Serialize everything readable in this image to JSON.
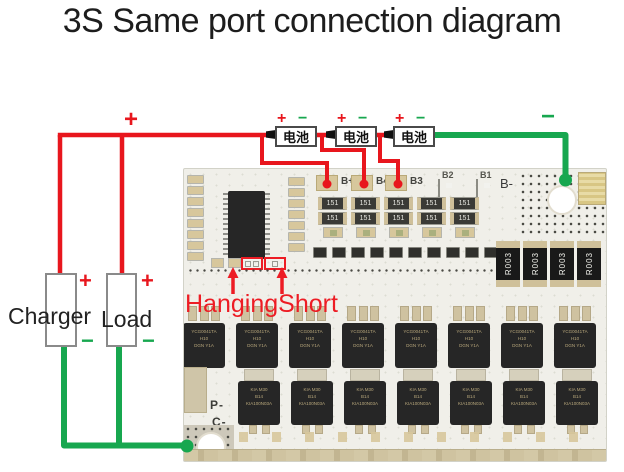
{
  "title": "3S Same port connection diagram",
  "colors": {
    "positive": "#e8161d",
    "negative": "#17a74f",
    "annotation": "#ed1c24",
    "board": "#f0efe9"
  },
  "symbols": {
    "top_plus": "+",
    "pack_minus": "−"
  },
  "charger": {
    "label": "Charger",
    "plus": "+",
    "minus": "−"
  },
  "load": {
    "label": "Load",
    "plus": "+",
    "minus": "−"
  },
  "batteries": [
    {
      "label": "电池",
      "plus": "+",
      "minus": "−"
    },
    {
      "label": "电池",
      "plus": "+",
      "minus": "−"
    },
    {
      "label": "电池",
      "plus": "+",
      "minus": "−"
    }
  ],
  "annotations": {
    "hanging": "Hanging",
    "short": "Short"
  },
  "board": {
    "cell_pads": [
      {
        "label": "B+"
      },
      {
        "label": "B4"
      },
      {
        "label": "B3"
      }
    ],
    "sense_pads": [
      {
        "label": "B2"
      },
      {
        "label": "B1"
      }
    ],
    "pack_negative_label": "B-",
    "port_labels": [
      {
        "label": "P-"
      },
      {
        "label": "C-"
      }
    ],
    "shunt_resistors": [
      {
        "label": "R003"
      },
      {
        "label": "R003"
      },
      {
        "label": "R003"
      },
      {
        "label": "R003"
      }
    ],
    "balance_resistors": [
      {
        "label": "151"
      },
      {
        "label": "151"
      },
      {
        "label": "151"
      },
      {
        "label": "151"
      },
      {
        "label": "151"
      }
    ],
    "mosfets_top": [
      {
        "l1": "YCG0041TA",
        "l2": "H10",
        "l3": "DGN Y1A"
      },
      {
        "l1": "YCG0041TA",
        "l2": "H10",
        "l3": "DGN Y1A"
      },
      {
        "l1": "YCG0041TA",
        "l2": "H10",
        "l3": "DGN Y1A"
      },
      {
        "l1": "YCG0041TA",
        "l2": "H10",
        "l3": "DGN Y1A"
      },
      {
        "l1": "YCG0041TA",
        "l2": "H10",
        "l3": "DGN Y1A"
      },
      {
        "l1": "YCG0041TA",
        "l2": "H10",
        "l3": "DGN Y1A"
      },
      {
        "l1": "YCG0041TA",
        "l2": "H10",
        "l3": "DGN Y1A"
      },
      {
        "l1": "YCG0041TA",
        "l2": "H10",
        "l3": "DGN Y1A"
      }
    ],
    "mosfets_bottom": [
      {
        "l1": "KIA M30",
        "l2": "B14",
        "l3": "KIA100N03A"
      },
      {
        "l1": "KIA M30",
        "l2": "B14",
        "l3": "KIA100N03A"
      },
      {
        "l1": "KIA M30",
        "l2": "B14",
        "l3": "KIA100N03A"
      },
      {
        "l1": "KIA M30",
        "l2": "B14",
        "l3": "KIA100N03A"
      },
      {
        "l1": "KIA M30",
        "l2": "B14",
        "l3": "KIA100N03A"
      },
      {
        "l1": "KIA M30",
        "l2": "B14",
        "l3": "KIA100N03A"
      },
      {
        "l1": "KIA M30",
        "l2": "B14",
        "l3": "KIA100N03A"
      }
    ]
  }
}
